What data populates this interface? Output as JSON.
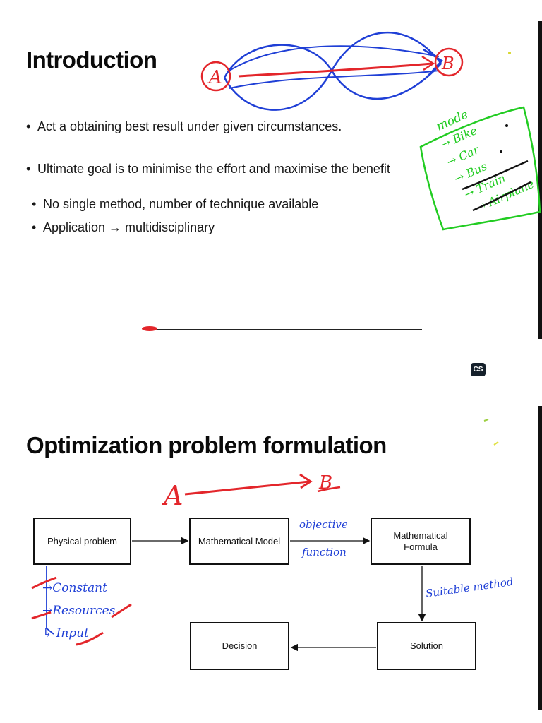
{
  "slide1": {
    "title": "Introduction",
    "bullets": [
      "Act a obtaining best result under given circumstances.",
      "Ultimate goal is to minimise the effort and maximise the benefit"
    ],
    "sub_bullets": [
      "No single method, number of technique available",
      "Application → multidisciplinary"
    ],
    "annotations": {
      "point_a": "A",
      "point_b": "B",
      "mode_heading": "mode",
      "modes": [
        "→ Bike",
        "→ Car",
        "→ Bus",
        "→ Train",
        "→ Airplane"
      ]
    }
  },
  "badge": {
    "label": "CS"
  },
  "slide2": {
    "title": "Optimization problem formulation",
    "boxes": {
      "physical": "Physical problem",
      "model": "Mathematical Model",
      "formula": "Mathematical Formula",
      "solution": "Solution",
      "decision": "Decision"
    },
    "annotations": {
      "a_label": "A",
      "b_label": "B",
      "objective": "objective",
      "function": "function",
      "suitable_method": "Suitable method",
      "inputs": [
        "→Constant",
        "→Resources",
        "↳ Input"
      ]
    }
  },
  "colors": {
    "ink_blue": "#1f3fd6",
    "ink_red": "#e3262b",
    "ink_green": "#22cc22",
    "ink_black": "#111111"
  }
}
